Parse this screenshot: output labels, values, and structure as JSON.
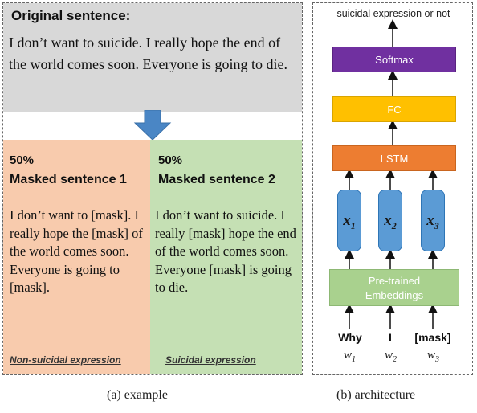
{
  "example": {
    "original_title": "Original sentence:",
    "original_text": "I don’t want to suicide. I really hope the end of the world comes soon.  Everyone is going to die.",
    "masked": [
      {
        "percent": "50%",
        "title": "Masked sentence 1",
        "text": "I don’t want to [mask]. I really hope the [mask] of the world comes soon.  Everyone is going to [mask].",
        "label": "Non-suicidal expression",
        "bg_color": "#f8cbad"
      },
      {
        "percent": "50%",
        "title": "Masked sentence 2",
        "text": "I don’t want to suicide. I really [mask] hope the end of the world comes soon. Everyone [mask] is going to die.",
        "label": "Suicidal expression",
        "bg_color": "#c5e0b4"
      }
    ]
  },
  "architecture": {
    "output_label": "suicidal expression or not",
    "layers": {
      "softmax": "Softmax",
      "fc": "FC",
      "lstm": "LSTM",
      "embeddings_line1": "Pre-trained",
      "embeddings_line2": "Embeddings"
    },
    "inputs": [
      {
        "symbol": "x",
        "sub": "1",
        "word": "Why",
        "w_symbol": "w",
        "w_sub": "1"
      },
      {
        "symbol": "x",
        "sub": "2",
        "word": "I",
        "w_symbol": "w",
        "w_sub": "2"
      },
      {
        "symbol": "x",
        "sub": "3",
        "word": "[mask]",
        "w_symbol": "w",
        "w_sub": "3"
      }
    ],
    "colors": {
      "softmax": "#7030a0",
      "fc": "#ffc000",
      "lstm": "#ed7d31",
      "embeddings": "#a9d18e",
      "x_box": "#5b9bd5",
      "down_arrow": "#4a86c5"
    }
  },
  "captions": {
    "a": "(a) example",
    "b": "(b) architecture"
  }
}
